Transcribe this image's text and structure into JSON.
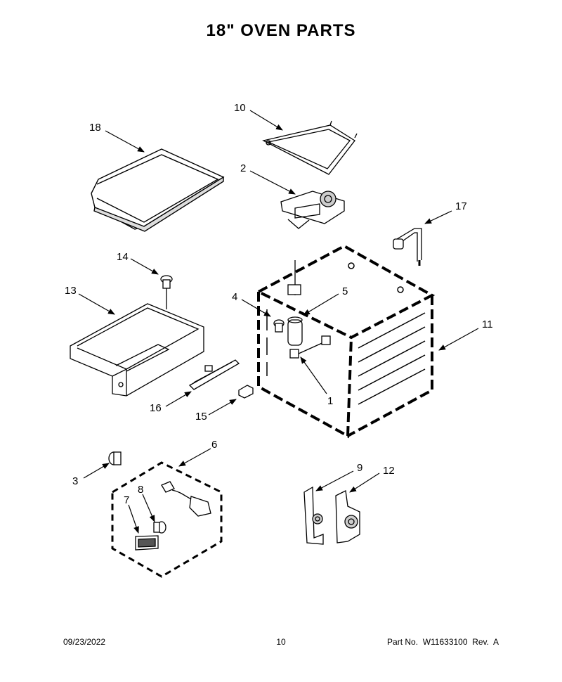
{
  "title": "18\" OVEN PARTS",
  "callouts": [
    "1",
    "2",
    "3",
    "4",
    "5",
    "6",
    "7",
    "8",
    "9",
    "10",
    "11",
    "12",
    "13",
    "14",
    "15",
    "16",
    "17",
    "18"
  ],
  "footer": {
    "date": "09/23/2022",
    "page": "10",
    "part": "Part No.  W11633100  Rev.  A"
  }
}
